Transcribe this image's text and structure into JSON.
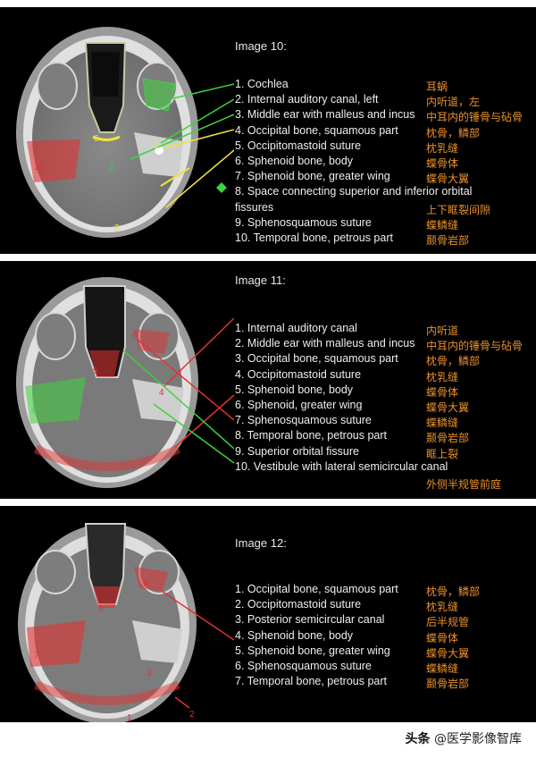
{
  "panels": [
    {
      "title": "Image 10:",
      "items": [
        {
          "en": "1. Cochlea",
          "zh": "耳蜗"
        },
        {
          "en": "2. Internal auditory canal, left",
          "zh": "内听道，左"
        },
        {
          "en": "3. Middle ear with malleus and incus",
          "zh": "中耳内的锤骨与砧骨"
        },
        {
          "en": "4. Occipital bone, squamous part",
          "zh": "枕骨，鳞部"
        },
        {
          "en": "5. Occipitomastoid suture",
          "zh": "枕乳缝"
        },
        {
          "en": "6. Sphenoid bone, body",
          "zh": "蝶骨体"
        },
        {
          "en": "7. Sphenoid bone, greater wing",
          "zh": "蝶骨大翼"
        },
        {
          "en": "8. Space connecting superior and inferior orbital",
          "zh": ""
        },
        {
          "en": "fissures",
          "zh": "上下眶裂间隙"
        },
        {
          "en": "9. Sphenosquamous suture",
          "zh": "蝶鳞缝"
        },
        {
          "en": "10. Temporal bone, petrous part",
          "zh": "颞骨岩部"
        }
      ],
      "scan_labels": [
        "9",
        "6",
        "1",
        "2",
        "10",
        "2"
      ]
    },
    {
      "title": "Image 11:",
      "items": [
        {
          "en": "1. Internal auditory canal",
          "zh": "内听道"
        },
        {
          "en": "2. Middle ear with malleus and incus",
          "zh": "中耳内的锤骨与砧骨"
        },
        {
          "en": "3. Occipital bone, squamous part",
          "zh": "枕骨，鳞部"
        },
        {
          "en": "4. Occipitomastoid suture",
          "zh": "枕乳缝"
        },
        {
          "en": "5. Sphenoid bone, body",
          "zh": "蝶骨体"
        },
        {
          "en": "6. Sphenoid, greater wing",
          "zh": "蝶骨大翼"
        },
        {
          "en": "7. Sphenosquamous suture",
          "zh": "蝶鳞缝"
        },
        {
          "en": "8. Temporal bone, petrous part",
          "zh": "颞骨岩部"
        },
        {
          "en": "9. Superior orbital fissure",
          "zh": "眶上裂"
        },
        {
          "en": "10. Vestibule with lateral semicircular canal",
          "zh": ""
        },
        {
          "en": "",
          "zh": "外侧半规管前庭"
        }
      ],
      "scan_labels": [
        "6",
        "5",
        "8",
        "4"
      ]
    },
    {
      "title": "Image 12:",
      "items": [
        {
          "en": "1. Occipital bone, squamous part",
          "zh": "枕骨，鳞部"
        },
        {
          "en": "2. Occipitomastoid suture",
          "zh": "枕乳缝"
        },
        {
          "en": "3. Posterior semicircular canal",
          "zh": "后半规管"
        },
        {
          "en": "4. Sphenoid bone, body",
          "zh": "蝶骨体"
        },
        {
          "en": "5. Sphenoid bone, greater wing",
          "zh": "蝶骨大翼"
        },
        {
          "en": "6. Sphenosquamous suture",
          "zh": "蝶鳞缝"
        },
        {
          "en": "7. Temporal bone, petrous part",
          "zh": "颞骨岩部"
        }
      ],
      "scan_labels": [
        "6",
        "4",
        "7",
        "3",
        "1",
        "2"
      ]
    }
  ],
  "watermark": {
    "brand": "头条",
    "handle": "@医学影像智库"
  },
  "colors": {
    "zh_text": "#e8902a",
    "green": "#3fd13f",
    "red": "#e23232",
    "yellow": "#f2e23a"
  }
}
